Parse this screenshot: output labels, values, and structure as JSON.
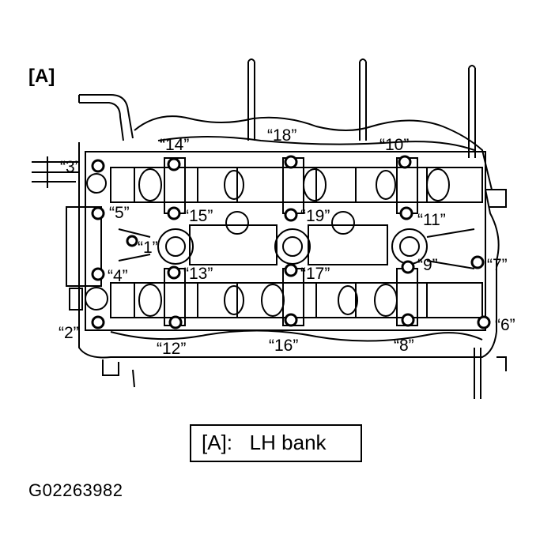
{
  "header": {
    "view_label": "[A]"
  },
  "legend": {
    "text": "[A]:   LH bank"
  },
  "figure_code": "G02263982",
  "bolt_labels": {
    "b1": "“1”",
    "b2": "“2”",
    "b3": "“3”",
    "b4": "“4”",
    "b5": "“5”",
    "b6": "“6”",
    "b7": "“7”",
    "b8": "“8”",
    "b9": "“9”",
    "b10": "“10”",
    "b11": "“11”",
    "b12": "“12”",
    "b13": "“13”",
    "b14": "“14”",
    "b15": "“15”",
    "b16": "“16”",
    "b17": "“17”",
    "b18": "“18”",
    "b19": "“19”"
  }
}
